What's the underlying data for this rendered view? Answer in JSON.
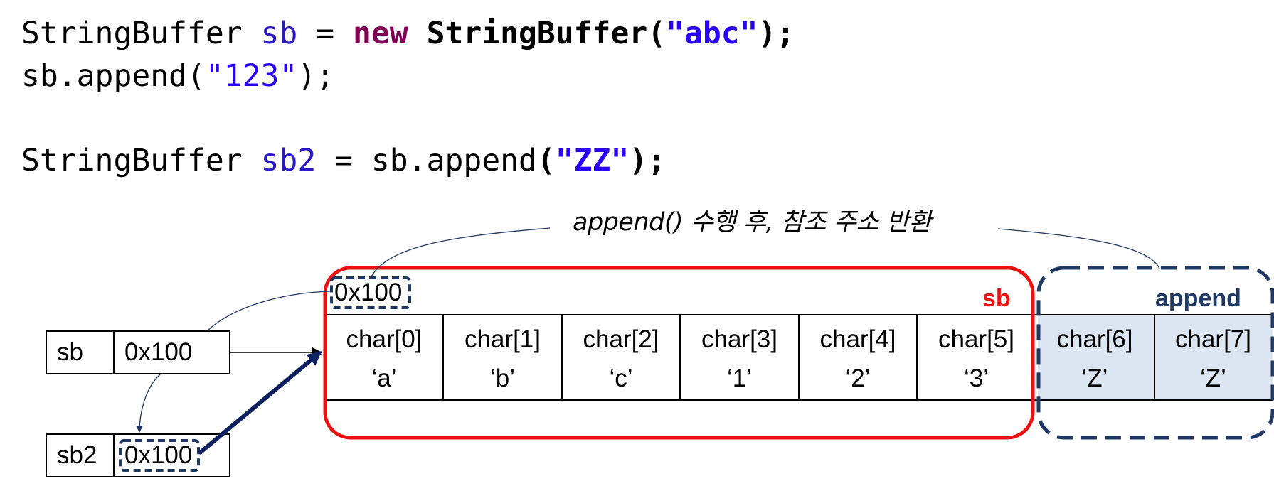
{
  "code": {
    "line1": {
      "type": "StringBuffer ",
      "var": "sb",
      "eq": " = ",
      "kw": "new",
      "sp": " ",
      "ctor": "StringBuffer(",
      "arg": "\"abc\"",
      "end": ");"
    },
    "line2": {
      "call": "sb.append(",
      "arg": "\"123\"",
      "end": ");"
    },
    "line3": {
      "type": "StringBuffer ",
      "var": "sb2",
      "eq": " = ",
      "call": "sb.append",
      "paren": "(",
      "arg": "\"ZZ\"",
      "end": ");"
    }
  },
  "annotation": "append() 수행 후, 참조 주소 반환",
  "vars": [
    {
      "name": "sb",
      "addr": "0x100"
    },
    {
      "name": "sb2",
      "addr": "0x100"
    }
  ],
  "heap": {
    "address": "0x100",
    "sb_label": "sb",
    "append_label": "append",
    "cells": [
      {
        "name": "char[0]",
        "value": "‘a’"
      },
      {
        "name": "char[1]",
        "value": "‘b’"
      },
      {
        "name": "char[2]",
        "value": "‘c’"
      },
      {
        "name": "char[3]",
        "value": "‘1’"
      },
      {
        "name": "char[4]",
        "value": "‘2’"
      },
      {
        "name": "char[5]",
        "value": "‘3’"
      },
      {
        "name": "char[6]",
        "value": "‘Z’"
      },
      {
        "name": "char[7]",
        "value": "‘Z’"
      }
    ]
  },
  "colors": {
    "sb_box": "#ee1111",
    "append_box": "#1f3864",
    "append_fill": "#dce6f2",
    "sb_label": "#ee1111",
    "append_label": "#1f3864",
    "string": "#2a00ff",
    "keyword_new": "#7f0055",
    "variable": "#2a18c8"
  }
}
